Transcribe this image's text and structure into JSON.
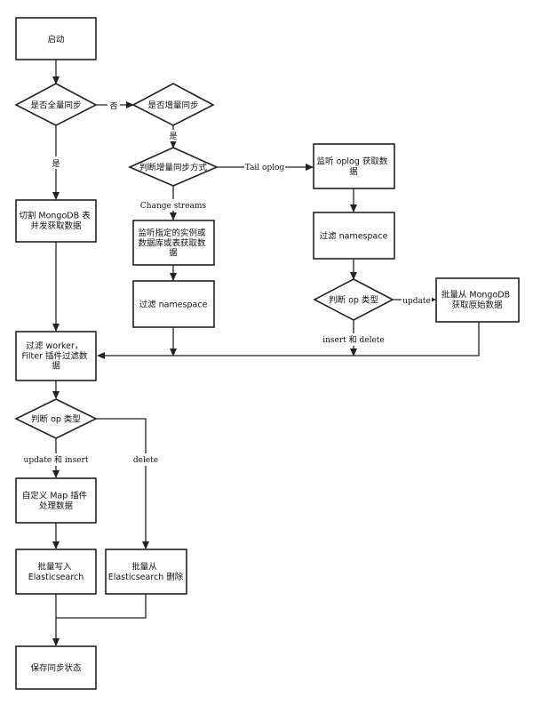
{
  "nodes": {
    "start": [
      "启动"
    ],
    "full_sync": [
      "是否全量同步"
    ],
    "inc_sync": [
      "是否增量同步"
    ],
    "inc_mode": [
      "判断增量同步方式"
    ],
    "watch_oplog": [
      "监听 oplog 获取数",
      "据"
    ],
    "split": [
      "切割 MongoDB 表",
      "并发获取数据"
    ],
    "watch_instance": [
      "监听指定的实例或",
      "数据库或表获取数",
      "据"
    ],
    "filter_ns_mid": [
      "过滤 namespace"
    ],
    "filter_ns_right": [
      "过滤 namespace"
    ],
    "op_type_right": [
      "判断 op 类型"
    ],
    "batch_fetch": [
      "批量从 MongoDB",
      "获取原始数据"
    ],
    "filter_worker": [
      "过滤 worker，",
      "Filter 插件过滤数",
      "据"
    ],
    "op_type_left": [
      "判断 op 类型"
    ],
    "map_plugin": [
      "自定义 Map 插件",
      "处理数据"
    ],
    "batch_write": [
      "批量写入",
      "Elasticsearch"
    ],
    "batch_delete": [
      "批量从",
      "Elasticsearch 删除"
    ],
    "save_state": [
      "保存同步状态"
    ]
  },
  "edge_labels": {
    "no": "否",
    "yes_full": "是",
    "yes_inc": "是",
    "tail_oplog": "Tail oplog",
    "change_streams": "Change streams",
    "update_right": "update",
    "insert_delete": "insert 和 delete",
    "update_insert": "update 和 insert",
    "delete": "delete"
  }
}
